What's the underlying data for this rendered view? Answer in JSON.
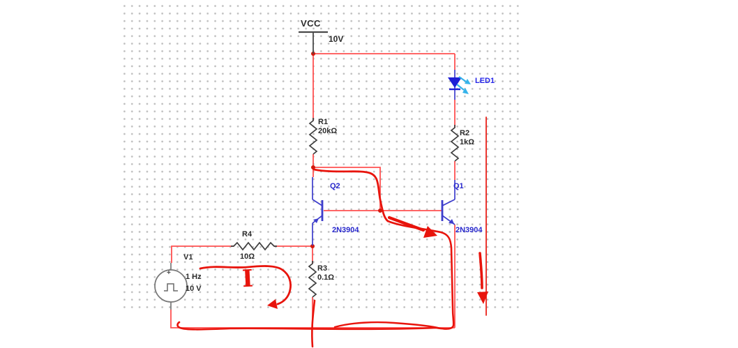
{
  "title": "transistor-led-circuit-schematic",
  "power": {
    "net": "VCC",
    "voltage": "10V"
  },
  "components": {
    "r1": {
      "ref": "R1",
      "value": "20kΩ"
    },
    "r2": {
      "ref": "R2",
      "value": "1kΩ"
    },
    "r3": {
      "ref": "R3",
      "value": "0.1Ω"
    },
    "r4": {
      "ref": "R4",
      "value": "10Ω"
    },
    "q1": {
      "ref": "Q1",
      "part": "2N3904"
    },
    "q2": {
      "ref": "Q2",
      "part": "2N3904"
    },
    "led1": {
      "ref": "LED1"
    },
    "v1": {
      "ref": "V1",
      "frequency": "1 Hz",
      "amplitude": "10 V",
      "polarity": "+"
    }
  },
  "annotations": {
    "current_label": "I"
  },
  "colors": {
    "wire_red": "#ff5050",
    "annotation_red": "#e8140c",
    "component_blue": "#2c2ccc",
    "led_cyan": "#35b3ea",
    "symbol_gray": "#3d3d3d",
    "label_dark": "#2b2b2b",
    "grid_dot": "#bdbdbd"
  }
}
